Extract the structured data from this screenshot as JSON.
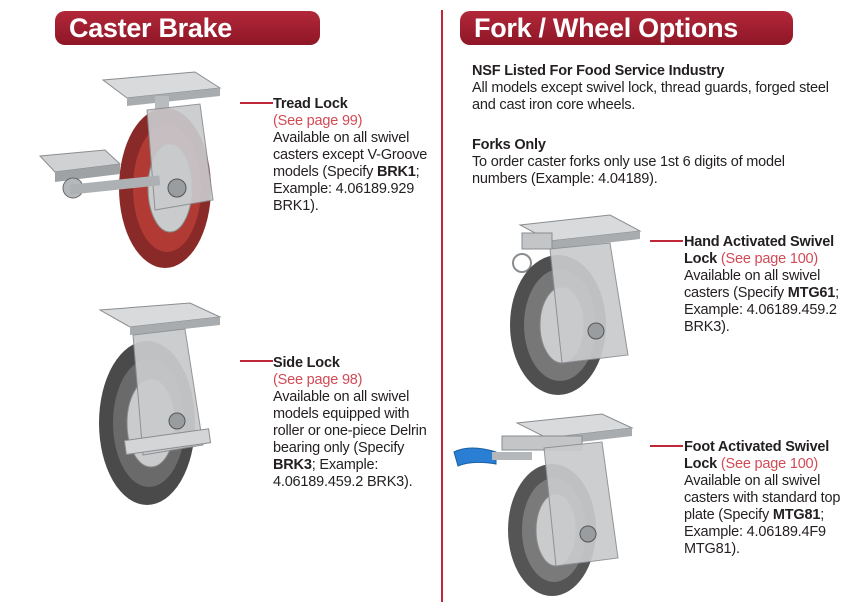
{
  "left_header": "Caster Brake",
  "right_header": "Fork / Wheel Options",
  "tread_lock": {
    "title": "Tread Lock",
    "ref": "(See page 99)",
    "text_a": "Available on all swivel casters except V-Groove models (Specify ",
    "code": "BRK1",
    "text_b": "; Example: 4.06189.929 BRK1)."
  },
  "side_lock": {
    "title": "Side Lock",
    "ref": "(See page 98)",
    "text_a": "Available on all swivel models equipped with roller or one-piece Delrin bearing only (Specify ",
    "code": "BRK3",
    "text_b": "; Example: 4.06189.459.2 BRK3)."
  },
  "nsf": {
    "heading": "NSF Listed For Food Service Industry",
    "text": "All models except swivel lock, thread guards, forged steel and cast iron core wheels."
  },
  "forks": {
    "heading": "Forks Only",
    "text": "To order caster forks only use 1st 6 digits of model numbers (Example: 4.04189)."
  },
  "hand_lock": {
    "title": "Hand Activated Swivel Lock",
    "ref": "(See page 100)",
    "text_a": "Available on all swivel casters (Specify ",
    "code": "MTG61",
    "text_b": "; Example: 4.06189.459.2 BRK3)."
  },
  "foot_lock": {
    "title": "Foot Activated Swivel Lock",
    "ref": "(See page 100)",
    "text_a": "Available on all swivel casters with standard top plate (Specify ",
    "code": "MTG81",
    "text_b": "; Example: 4.06189.4F9 MTG81)."
  },
  "colors": {
    "brand_red": "#9c1c2b",
    "reference_red": "#d24a55",
    "red_wheel": "#8a2a28",
    "gray_wheel": "#555555",
    "blue_pedal": "#2a7fd4"
  }
}
